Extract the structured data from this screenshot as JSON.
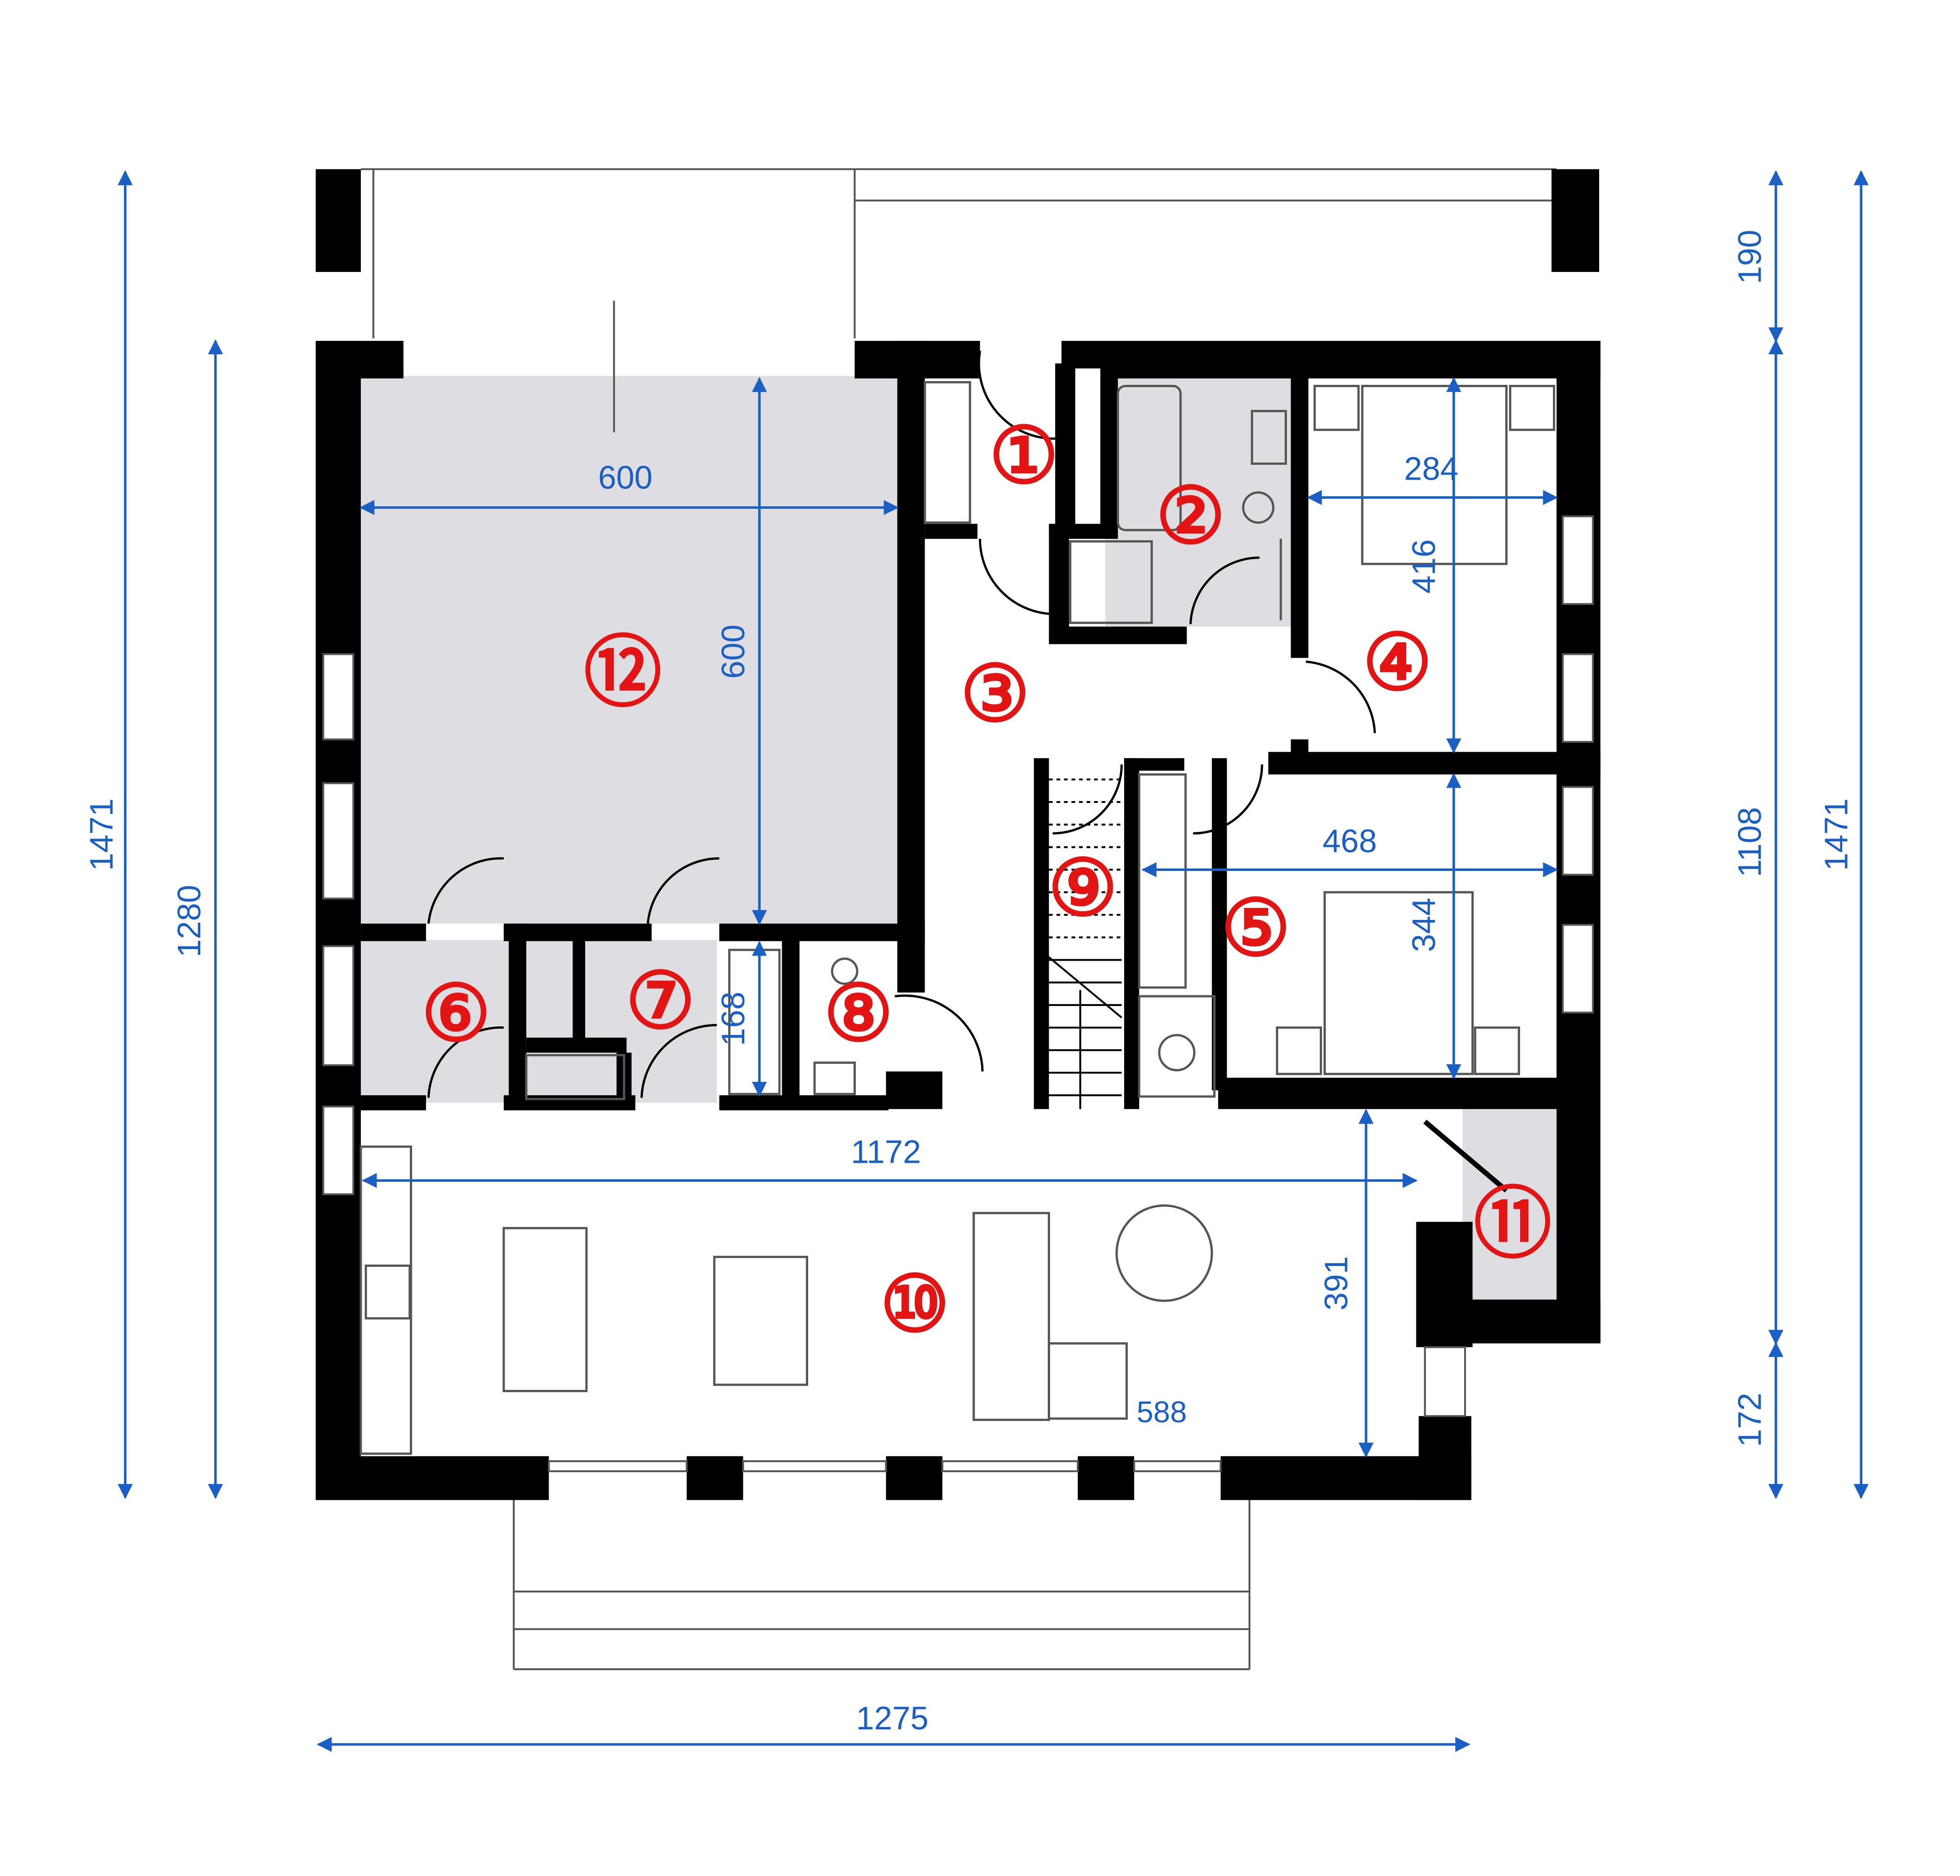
{
  "colors": {
    "wall": "#000000",
    "line": "#555555",
    "dimension": "#1a5fc4",
    "room_label": "#e31414",
    "shaded": "#dedde2"
  },
  "dimensions": {
    "total_width": "1275",
    "total_height_left": "1471",
    "house_height_left": "1280",
    "right_top_terrace": "190",
    "right_main": "1108",
    "right_bottom": "172",
    "total_height_right": "1471",
    "garage_width": "600",
    "garage_depth": "600",
    "bedroom4_width": "284",
    "bedroom4_depth": "416",
    "bedroom5_width": "468",
    "bedroom5_depth": "344",
    "storage_depth": "168",
    "living_width": "1172",
    "living_depth": "391",
    "living_extra": "588"
  },
  "rooms": [
    "①",
    "②",
    "③",
    "④",
    "⑤",
    "⑥",
    "⑦",
    "⑧",
    "⑨",
    "⑩",
    "⑪",
    "⑫"
  ]
}
